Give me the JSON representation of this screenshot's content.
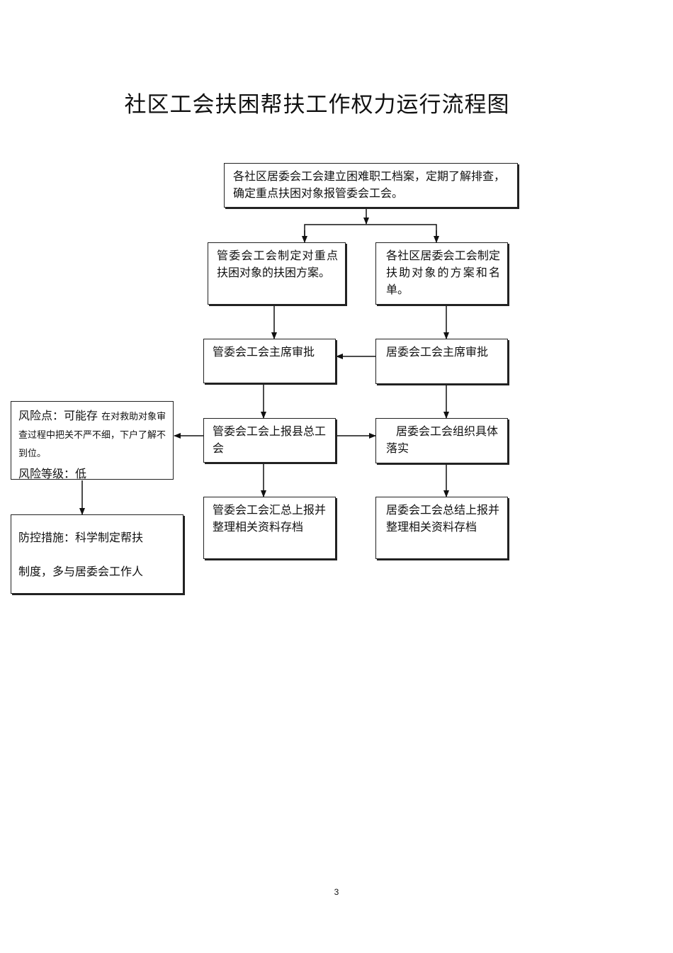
{
  "title": "社区工会扶困帮扶工作权力运行流程图",
  "nodes": {
    "start": "各社区居委会工会建立困难职工档案，定期了解排查，确定重点扶困对象报管委会工会。",
    "left_plan": "管委会工会制定对重点扶困对象的扶困方案。",
    "right_plan": "各社区居委会工会制定扶助对象的方案和名单。",
    "left_approve": "管委会工会主席审批",
    "right_approve": "居委会工会主席审批",
    "left_report": "管委会工会上报县总工会",
    "right_implement": "居委会工会组织具体落实",
    "left_archive": "管委会工会汇总上报并整理相关资料存档",
    "right_archive": "居委会工会总结上报并整理相关资料存档"
  },
  "risk": {
    "point_label": "风险点：可能存",
    "point_detail": "在对救助对象审查过程中把关不严不细，下户了解不到位。",
    "level": "风险等级：低"
  },
  "control": {
    "line1": "防控措施：科学制定帮扶",
    "line2": "制度，多与居委会工作人"
  },
  "page_number": "3"
}
